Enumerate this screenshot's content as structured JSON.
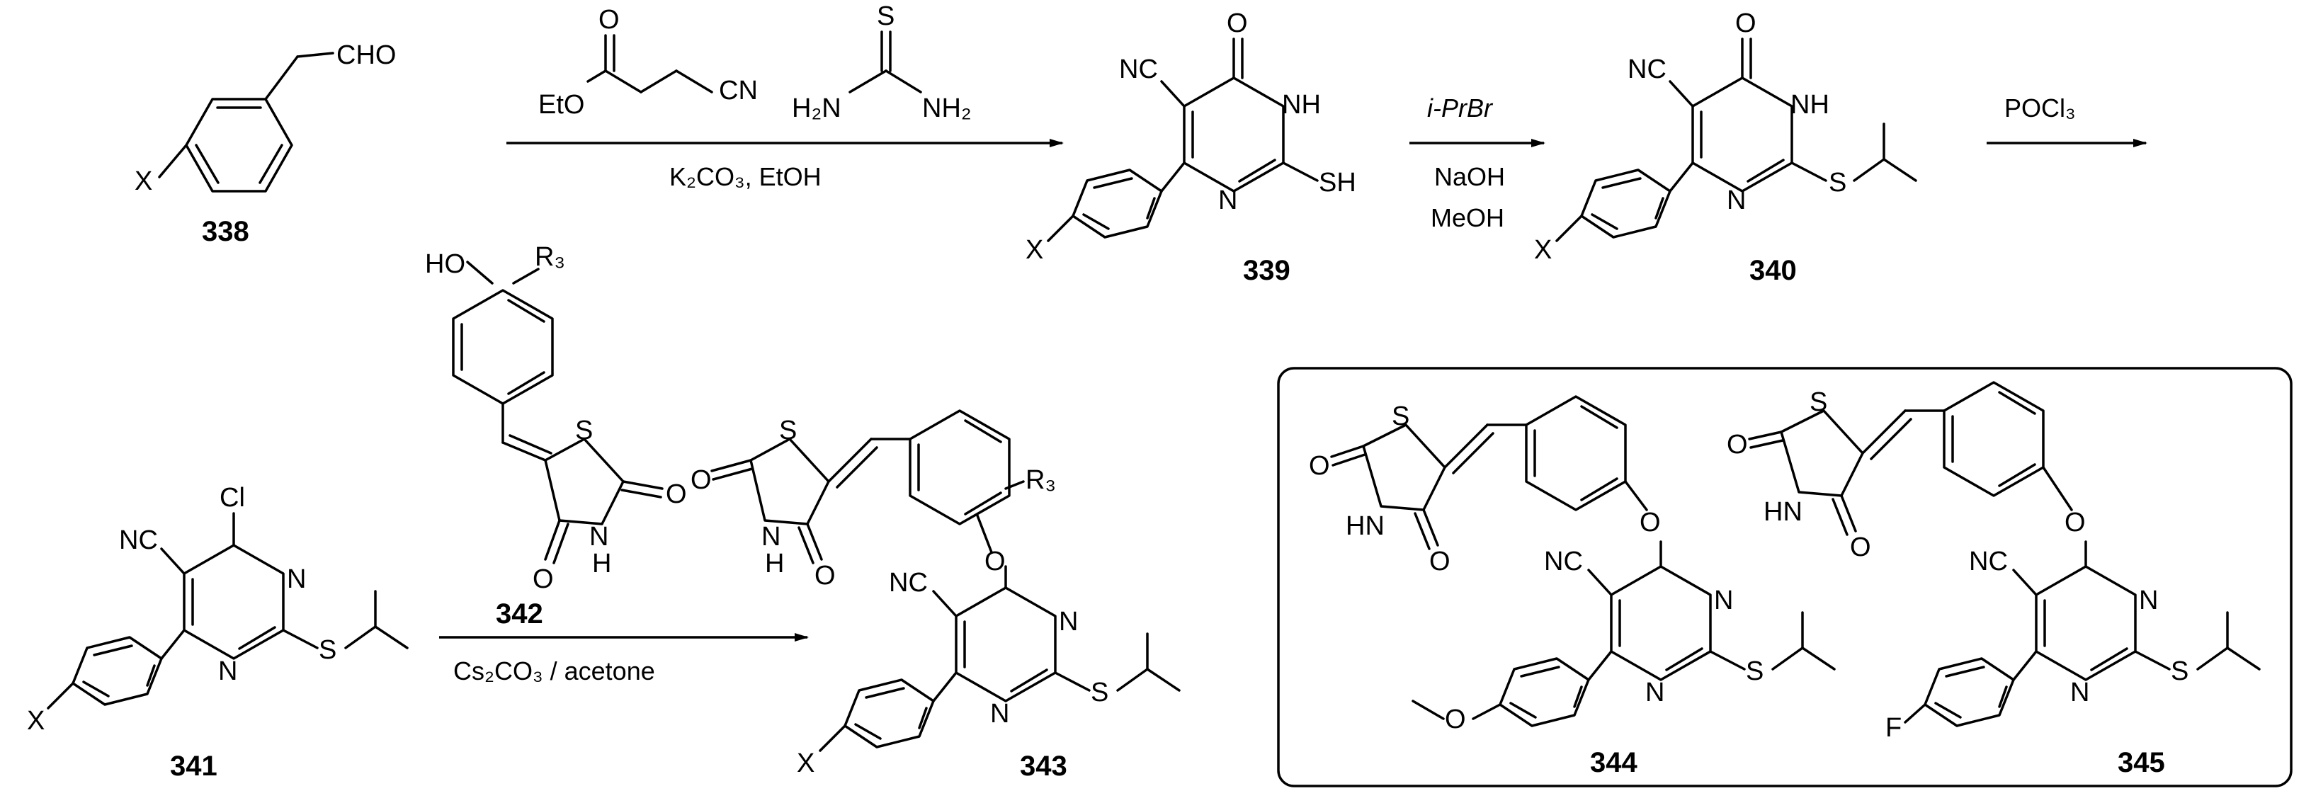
{
  "compounds": {
    "c338": "338",
    "c339": "339",
    "c340": "340",
    "c341": "341",
    "c342": "342",
    "c343": "343",
    "c344": "344",
    "c345": "345"
  },
  "atoms": {
    "cho": "CHO",
    "x": "X",
    "nc": "NC",
    "o": "O",
    "nh": "NH",
    "n": "N",
    "sh": "SH",
    "s": "S",
    "cl": "Cl",
    "ho": "HO",
    "h": "H",
    "hn": "HN",
    "f": "F",
    "eto": "EtO",
    "cn": "CN",
    "h2n": "H₂N",
    "nh2": "NH₂",
    "r3": "R₃"
  },
  "conditions": {
    "step1": "K₂CO₃, EtOH",
    "step2_a": "i-PrBr",
    "step2_b": "NaOH",
    "step2_c": "MeOH",
    "step3": "POCl₃",
    "step4": "Cs₂CO₃ / acetone"
  }
}
